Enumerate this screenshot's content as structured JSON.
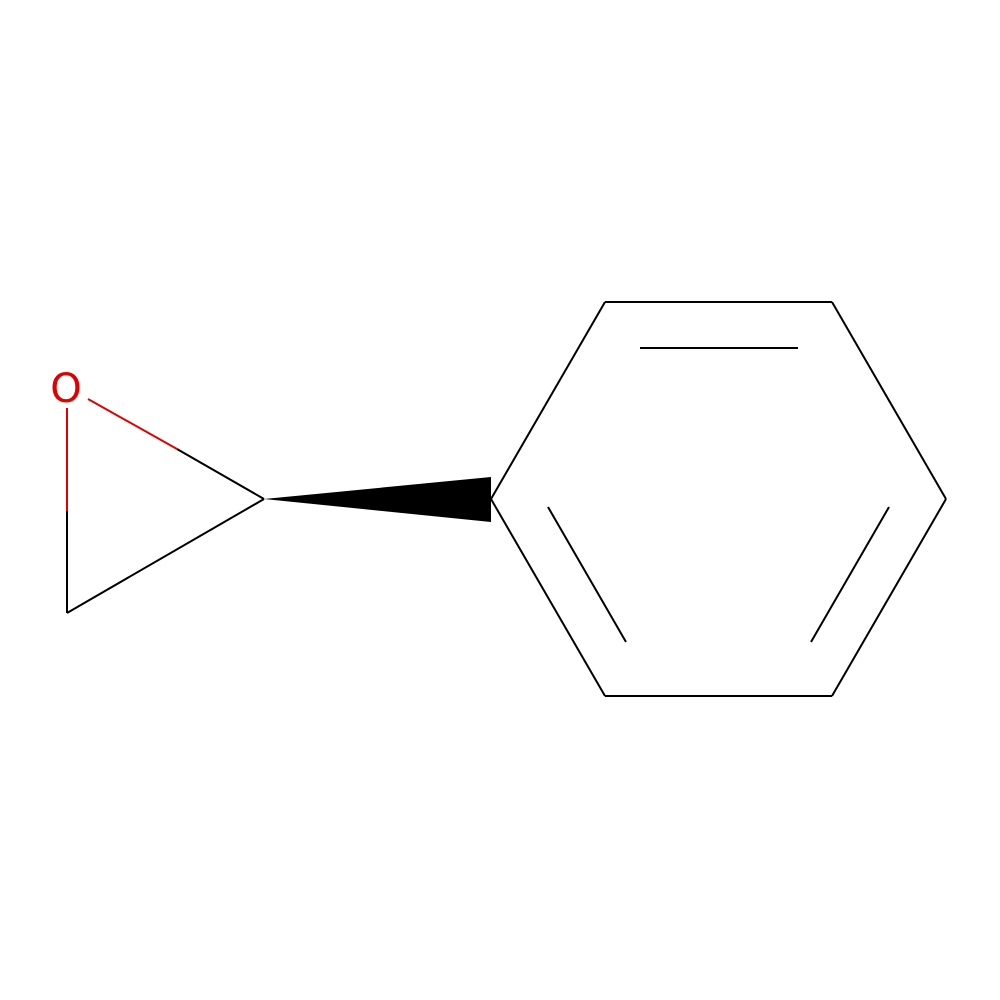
{
  "structure": {
    "atoms": [
      {
        "id": "o1",
        "symbol": "O",
        "label": "O",
        "color": "#e00000"
      },
      {
        "id": "c_ch2",
        "symbol": "C"
      },
      {
        "id": "c_ch",
        "symbol": "C"
      },
      {
        "id": "ar1",
        "symbol": "C"
      },
      {
        "id": "ar2",
        "symbol": "C"
      },
      {
        "id": "ar3",
        "symbol": "C"
      },
      {
        "id": "ar4",
        "symbol": "C"
      },
      {
        "id": "ar5",
        "symbol": "C"
      },
      {
        "id": "ar6",
        "symbol": "C"
      }
    ],
    "bonds": [
      {
        "from": "o1",
        "to": "c_ch2",
        "order": 1
      },
      {
        "from": "c_ch2",
        "to": "c_ch",
        "order": 1
      },
      {
        "from": "c_ch",
        "to": "o1",
        "order": 1
      },
      {
        "from": "c_ch",
        "to": "ar1",
        "order": 1,
        "stereo": "wedge"
      },
      {
        "from": "ar1",
        "to": "ar2",
        "order": 1
      },
      {
        "from": "ar2",
        "to": "ar3",
        "order": 2
      },
      {
        "from": "ar3",
        "to": "ar4",
        "order": 1
      },
      {
        "from": "ar4",
        "to": "ar5",
        "order": 2
      },
      {
        "from": "ar5",
        "to": "ar6",
        "order": 1
      },
      {
        "from": "ar6",
        "to": "ar1",
        "order": 2
      }
    ],
    "colors": {
      "bond": "#000000",
      "oxygen": "#e00000",
      "background": "#ffffff"
    }
  }
}
